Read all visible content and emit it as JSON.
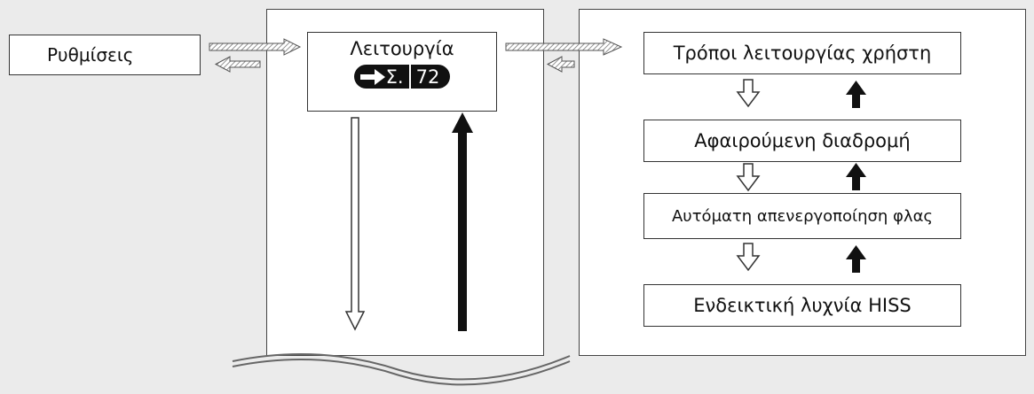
{
  "settings_label": "Ρυθμίσεις",
  "operation_label": "Λειτουργία",
  "page_ref": {
    "prefix": "Σ.",
    "number": "72"
  },
  "menu_items": [
    "Τρόποι λειτουργίας χρήστη",
    "Αφαιρούμενη διαδρομή",
    "Αυτόματη απενεργοποίηση φλας",
    "Ενδεικτική λυχνία HISS"
  ]
}
